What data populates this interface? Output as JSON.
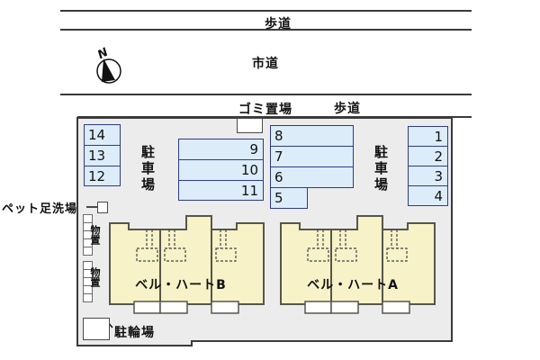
{
  "roads": {
    "sidewalk_top_label": "歩道",
    "city_road_label": "市道",
    "sidewalk_lower_label": "歩道",
    "garbage_area_label": "ゴミ置場"
  },
  "compass": {
    "north_label": "N"
  },
  "parking": {
    "lot_label_left": "駐車場",
    "lot_label_right": "駐車場",
    "left_spots": [
      "14",
      "13",
      "12"
    ],
    "mid_left_spots": [
      "9",
      "10",
      "11"
    ],
    "mid_right_spots": [
      "8",
      "7",
      "6",
      "5"
    ],
    "right_spots": [
      "1",
      "2",
      "3",
      "4"
    ]
  },
  "facilities": {
    "pet_wash_label": "ペット足洗場",
    "storage_label_upper": "物置",
    "storage_label_lower": "物置",
    "bicycle_label": "駐輪場"
  },
  "buildings": {
    "building_b_label": "ベル・ハートB",
    "building_a_label": "ベル・ハートA"
  },
  "colors": {
    "site_fill": "#ececec",
    "outline": "#3a3a3a",
    "parking_fill": "#dcecf9",
    "parking_border": "#2e3a8c",
    "building_fill": "#f7f2c8",
    "building_border": "#56564c"
  }
}
